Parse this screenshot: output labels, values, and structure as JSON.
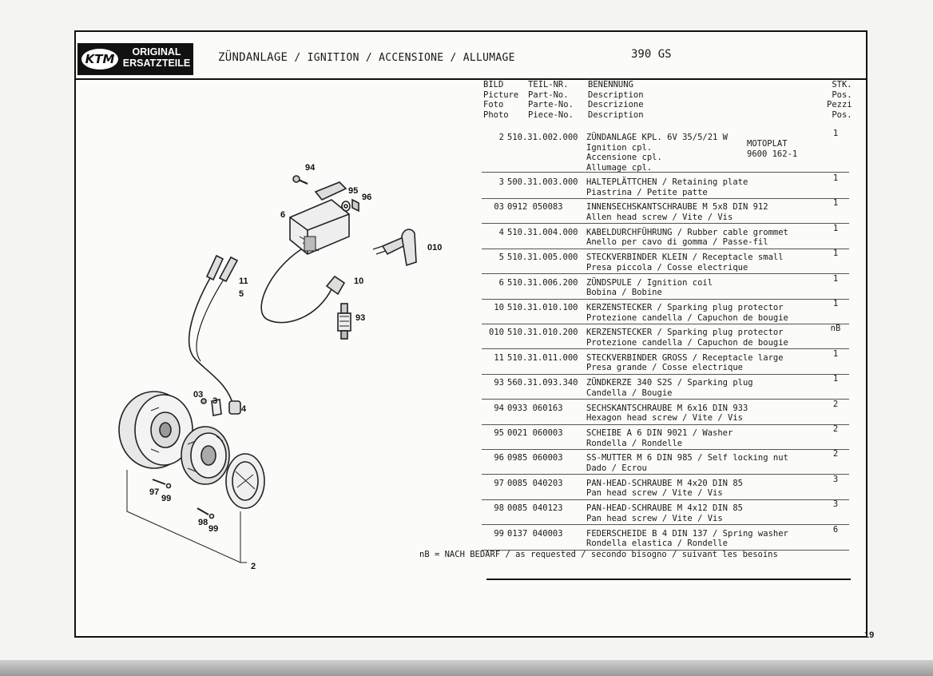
{
  "header": {
    "logo_mark": "KTM",
    "logo_line1": "ORIGINAL",
    "logo_line2": "ERSATZTEILE",
    "title_de": "ZÜNDANLAGE",
    "title_rest": " / IGNITION / ACCENSIONE / ALLUMAGE",
    "model": "390 GS"
  },
  "columns": {
    "bild": [
      "BILD",
      "Picture",
      "Foto",
      "Photo"
    ],
    "part": [
      "TEIL-NR.",
      "Part-No.",
      "Parte-No.",
      "Piece-No."
    ],
    "desc": [
      "BENENNUNG",
      "Description",
      "Descrizione",
      "Description"
    ],
    "qty": [
      "STK.",
      "Pos.",
      "Pezzi",
      "Pos."
    ]
  },
  "rows": [
    {
      "bild": "2",
      "part": "510.31.002.000",
      "desc": [
        "ZÜNDANLAGE KPL. 6V 35/5/21 W",
        "Ignition cpl.",
        "Accensione cpl.",
        "Allumage cpl."
      ],
      "extra": [
        "MOTOPLAT",
        "9600 162-1"
      ],
      "qty": "1"
    },
    {
      "bild": "3",
      "part": "500.31.003.000",
      "desc": [
        "HALTEPLÄTTCHEN / Retaining plate",
        "Piastrina / Petite patte"
      ],
      "qty": "1"
    },
    {
      "bild": "03",
      "part": "0912 050083",
      "desc": [
        "INNENSECHSKANTSCHRAUBE M 5x8 DIN 912",
        "Allen head screw / Vite / Vis"
      ],
      "qty": "1"
    },
    {
      "bild": "4",
      "part": "510.31.004.000",
      "desc": [
        "KABELDURCHFÜHRUNG / Rubber cable grommet",
        "Anello per cavo di gomma / Passe-fil"
      ],
      "qty": "1"
    },
    {
      "bild": "5",
      "part": "510.31.005.000",
      "desc": [
        "STECKVERBINDER KLEIN / Receptacle small",
        "Presa piccola / Cosse electrique"
      ],
      "qty": "1"
    },
    {
      "bild": "6",
      "part": "510.31.006.200",
      "desc": [
        "ZÜNDSPULE / Ignition coil",
        "Bobina / Bobine"
      ],
      "qty": "1"
    },
    {
      "bild": "10",
      "part": "510.31.010.100",
      "desc": [
        "KERZENSTECKER / Sparking plug protector",
        "Protezione candella / Capuchon de bougie"
      ],
      "qty": "1"
    },
    {
      "bild": "010",
      "part": "510.31.010.200",
      "desc": [
        "KERZENSTECKER / Sparking plug protector",
        "Protezione candella / Capuchon de bougie"
      ],
      "qty": "nB"
    },
    {
      "bild": "11",
      "part": "510.31.011.000",
      "desc": [
        "STECKVERBINDER GROSS / Receptacle large",
        "Presa grande / Cosse electrique"
      ],
      "qty": "1"
    },
    {
      "bild": "93",
      "part": "560.31.093.340",
      "desc": [
        "ZÜNDKERZE 340 S2S / Sparking plug",
        "Candella / Bougie"
      ],
      "qty": "1"
    },
    {
      "bild": "94",
      "part": "0933 060163",
      "desc": [
        "SECHSKANTSCHRAUBE M 6x16 DIN 933",
        "Hexagon head screw / Vite / Vis"
      ],
      "qty": "2"
    },
    {
      "bild": "95",
      "part": "0021 060003",
      "desc": [
        "SCHEIBE A 6 DIN 9021 / Washer",
        "Rondella / Rondelle"
      ],
      "qty": "2"
    },
    {
      "bild": "96",
      "part": "0985 060003",
      "desc": [
        "SS-MUTTER M 6 DIN 985 / Self locking nut",
        "Dado / Ecrou"
      ],
      "qty": "2"
    },
    {
      "bild": "97",
      "part": "0085 040203",
      "desc": [
        "PAN-HEAD-SCHRAUBE M 4x20 DIN 85",
        "Pan head screw / Vite / Vis"
      ],
      "qty": "3"
    },
    {
      "bild": "98",
      "part": "0085 040123",
      "desc": [
        "PAN-HEAD-SCHRAUBE M 4x12 DIN 85",
        "Pan head screw / Vite / Vis"
      ],
      "qty": "3"
    },
    {
      "bild": "99",
      "part": "0137 040003",
      "desc": [
        "FEDERSCHEIDE B 4 DIN 137 / Spring washer",
        "Rondella elastica / Rondelle"
      ],
      "qty": "6"
    }
  ],
  "callouts": [
    "94",
    "95",
    "96",
    "6",
    "010",
    "11",
    "5",
    "10",
    "93",
    "03",
    "3",
    "4",
    "97",
    "99",
    "98",
    "99",
    "2"
  ],
  "footnote": "nB = NACH BEDARF / as requested / secondo bisogno / suivant les besoins",
  "page_number": "19"
}
